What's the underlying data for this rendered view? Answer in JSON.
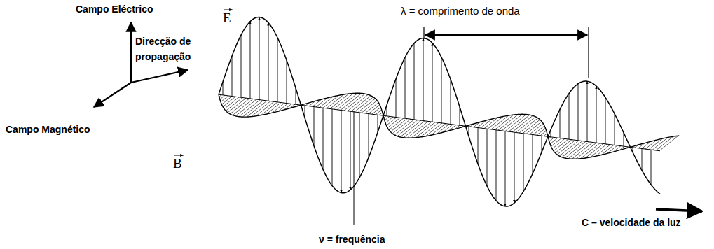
{
  "diagram": {
    "labels": [
      "Campo Eléctrico",
      "Direcção de propagação",
      "Campo Magnético",
      "E",
      "B",
      "λ = comprimento de onda",
      "C – velocidade da luz",
      "ν = frequência"
    ]
  }
}
